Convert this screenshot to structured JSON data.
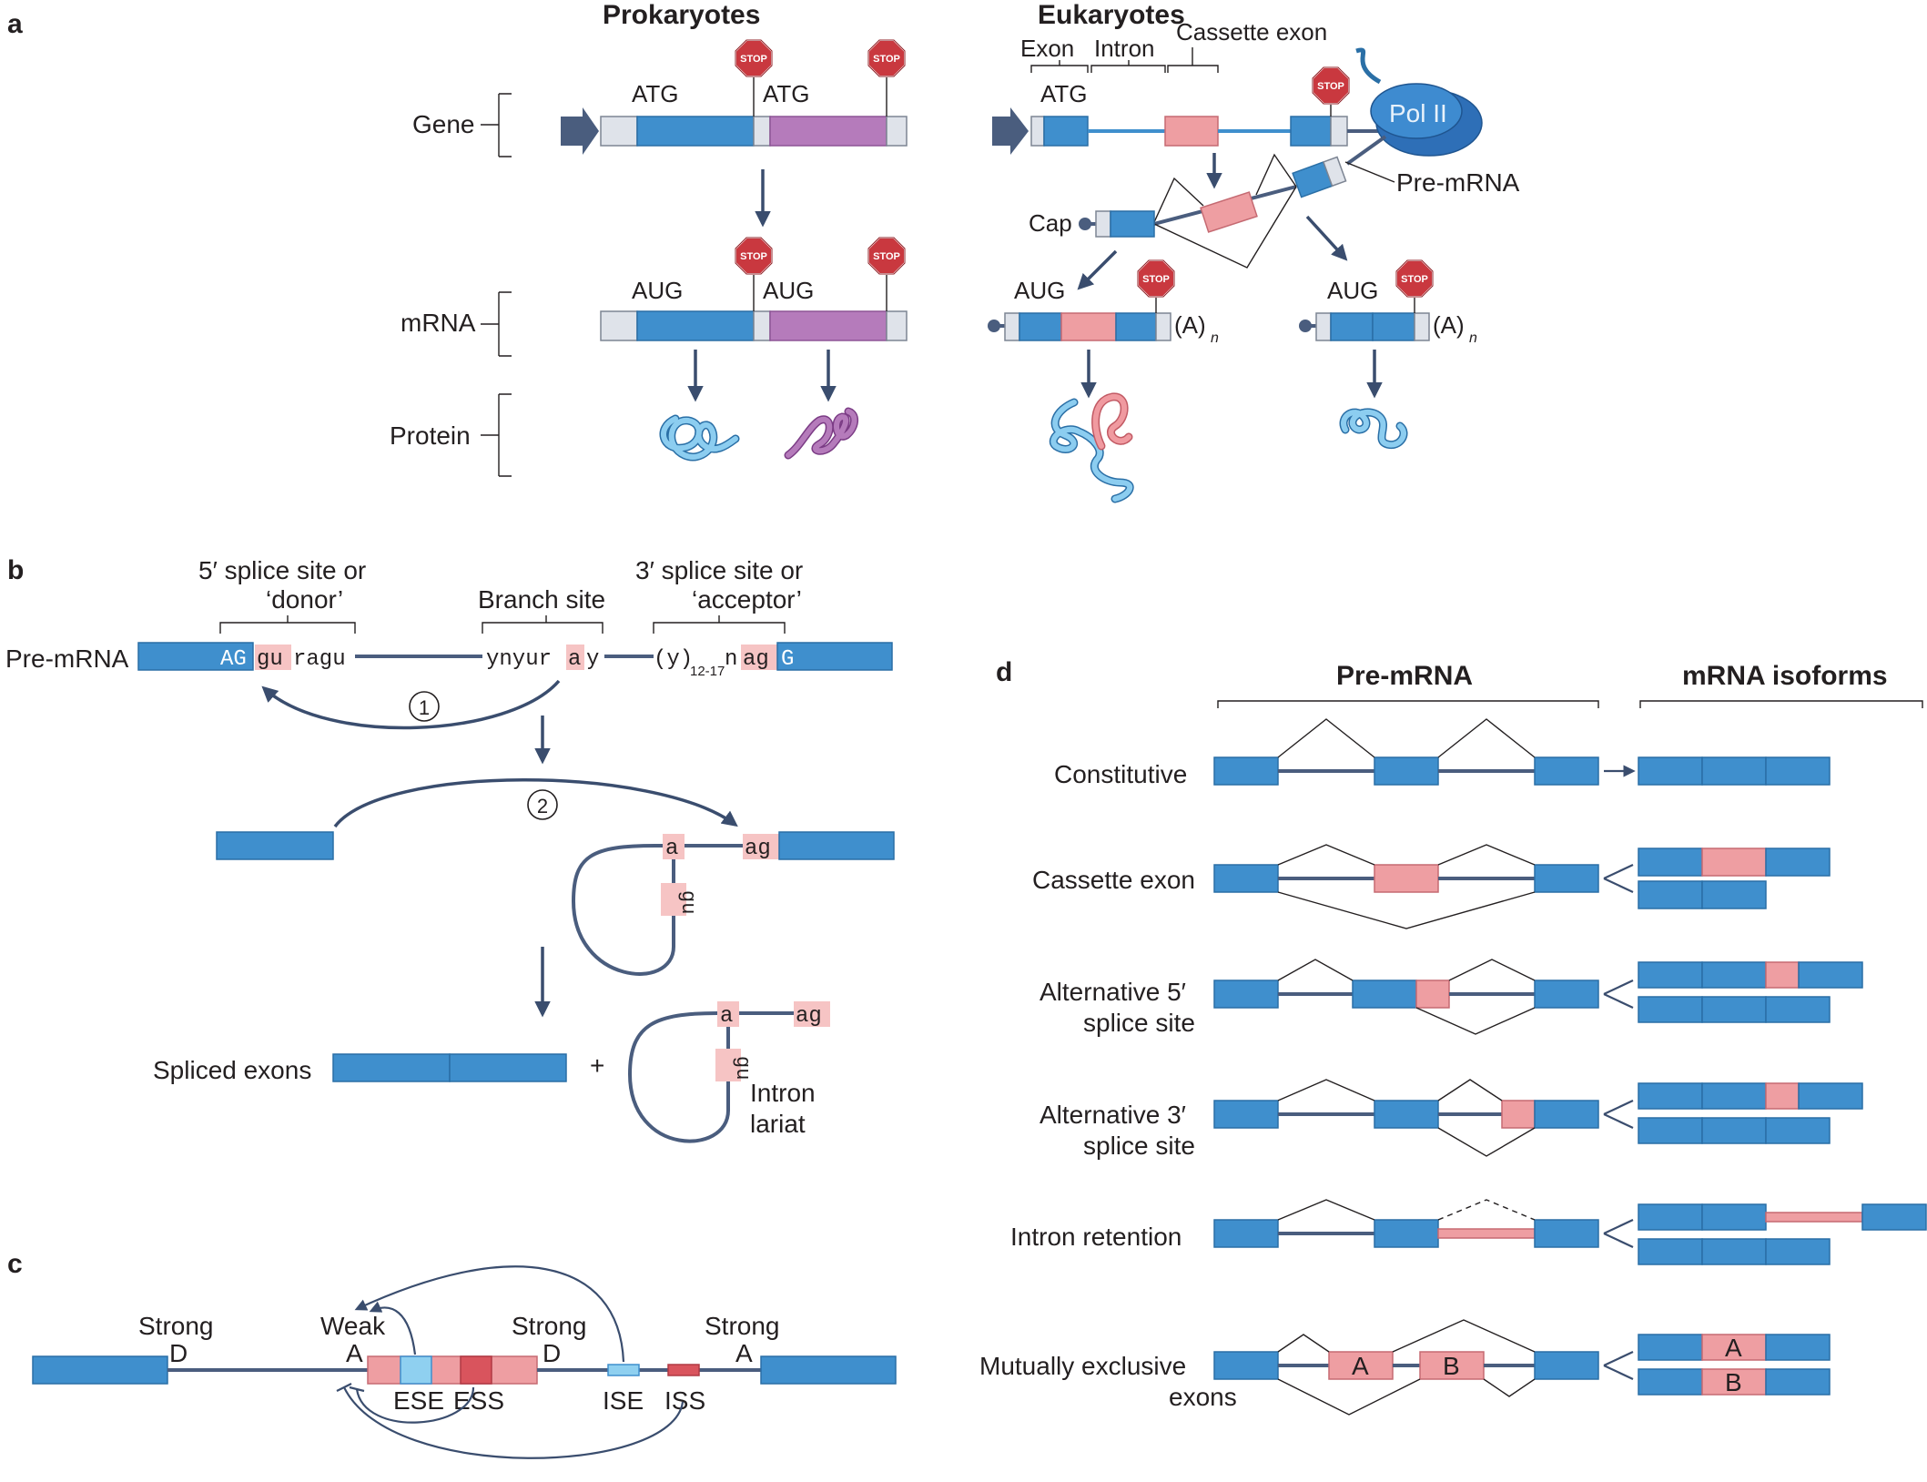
{
  "panels": {
    "a": "a",
    "b": "b",
    "c": "c",
    "d": "d"
  },
  "a": {
    "prokaryotes": "Prokaryotes",
    "eukaryotes": "Eukaryotes",
    "gene": "Gene",
    "mrna": "mRNA",
    "protein": "Protein",
    "atg": "ATG",
    "aug": "AUG",
    "stop": "STOP",
    "exon": "Exon",
    "intron": "Intron",
    "cassette_exon": "Cassette exon",
    "pol2": "Pol II",
    "pre_mrna": "Pre-mRNA",
    "cap": "Cap",
    "polya": "(A)",
    "polya_sub": "n"
  },
  "b": {
    "donor_1": "5′ splice site or",
    "donor_2": "‘donor’",
    "branch": "Branch site",
    "acceptor_1": "3′ splice site or",
    "acceptor_2": "‘acceptor’",
    "pre_mrna": "Pre-mRNA",
    "seq_AG": "AG",
    "seq_gu": "gu",
    "seq_ragu": "ragu",
    "seq_ynyur": "ynyur",
    "seq_a": "a",
    "seq_y": "y",
    "seq_poly_y": "(y)",
    "seq_sub": "12-17",
    "seq_n": "n",
    "seq_ag": "ag",
    "seq_G": "G",
    "step1": "1",
    "step2": "2",
    "gu": "gu",
    "spliced_exons": "Spliced exons",
    "plus": "+",
    "intron_lariat_1": "Intron",
    "intron_lariat_2": "lariat"
  },
  "c": {
    "strong": "Strong",
    "weak": "Weak",
    "d": "D",
    "a": "A",
    "ese": "ESE",
    "ess": "ESS",
    "ise": "ISE",
    "iss": "ISS"
  },
  "d": {
    "pre_mrna": "Pre-mRNA",
    "mrna_isoforms": "mRNA isoforms",
    "rows": [
      {
        "label": "Constitutive"
      },
      {
        "label": "Cassette exon"
      },
      {
        "label": "Alternative 5′",
        "label2": "splice site"
      },
      {
        "label": "Alternative 3′",
        "label2": "splice site"
      },
      {
        "label": "Intron retention"
      },
      {
        "label": "Mutually exclusive",
        "label2": "exons"
      }
    ],
    "exon_a": "A",
    "exon_b": "B"
  },
  "colors": {
    "exon_blue": "#3f8fcd",
    "alt_pink": "#ee9ea2",
    "purple": "#b57bbb",
    "utr_grey": "#dfe3ea",
    "line": "#4a5d7e",
    "stop_red": "#c9383f",
    "ese": "#8fd0f0",
    "ess": "#d9545d"
  },
  "icons": [
    "promoter-arrow-icon",
    "stop-sign-icon",
    "cap-icon",
    "protein-coil-icon",
    "pol2-icon"
  ]
}
